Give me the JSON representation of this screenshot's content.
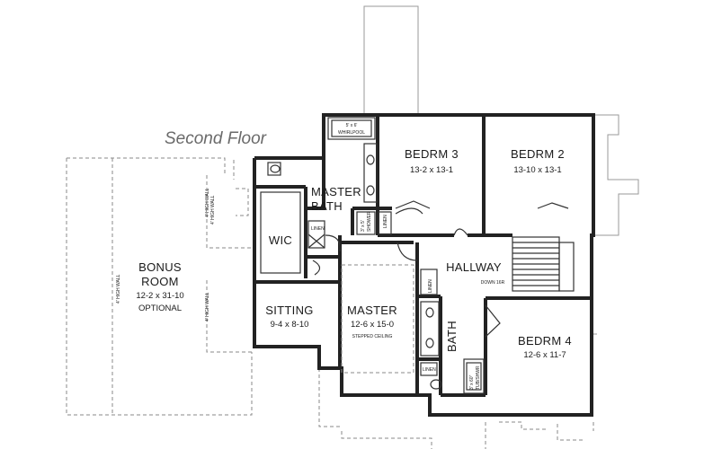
{
  "title": "Second Floor",
  "rooms": {
    "bonus": {
      "name1": "BONUS",
      "name2": "ROOM",
      "dims": "12-2 x 31-10",
      "note": "OPTIONAL"
    },
    "bedrm3": {
      "name": "BEDRM 3",
      "dims": "13-2 x 13-1"
    },
    "bedrm2": {
      "name": "BEDRM 2",
      "dims": "13-10 x 13-1"
    },
    "master_bath": {
      "name1": "MASTER",
      "name2": "BATH"
    },
    "wic": {
      "name": "WIC"
    },
    "hallway": {
      "name": "HALLWAY",
      "note": "DOWN 16R"
    },
    "sitting": {
      "name": "SITTING",
      "dims": "9-4 x 8-10"
    },
    "master": {
      "name": "MASTER",
      "dims": "12-6 x 15-0",
      "note": "STEPPED CEILING"
    },
    "bath": {
      "name": "BATH"
    },
    "bedrm4": {
      "name": "BEDRM 4",
      "dims": "12-6 x 11-7"
    }
  },
  "small_labels": {
    "whirlpool_size": "5' x 6'",
    "whirlpool": "WHIRLPOOL",
    "shower_size": "3' x 5'",
    "shower": "SHOWER",
    "linen_wic": "LINEN",
    "linen_hall": "LINEN",
    "linen_bath": "LINEN",
    "linen_bath2": "LINEN",
    "tub_size": "3' x 60\"",
    "tub": "TUB/SHWR",
    "wall_note_1": "4' HIGH WALL",
    "wall_note_2": "4' HIGH WALL",
    "wall_note_3": "4' HIGH WALL",
    "wall_note_4": "4' HIGH WALL"
  }
}
